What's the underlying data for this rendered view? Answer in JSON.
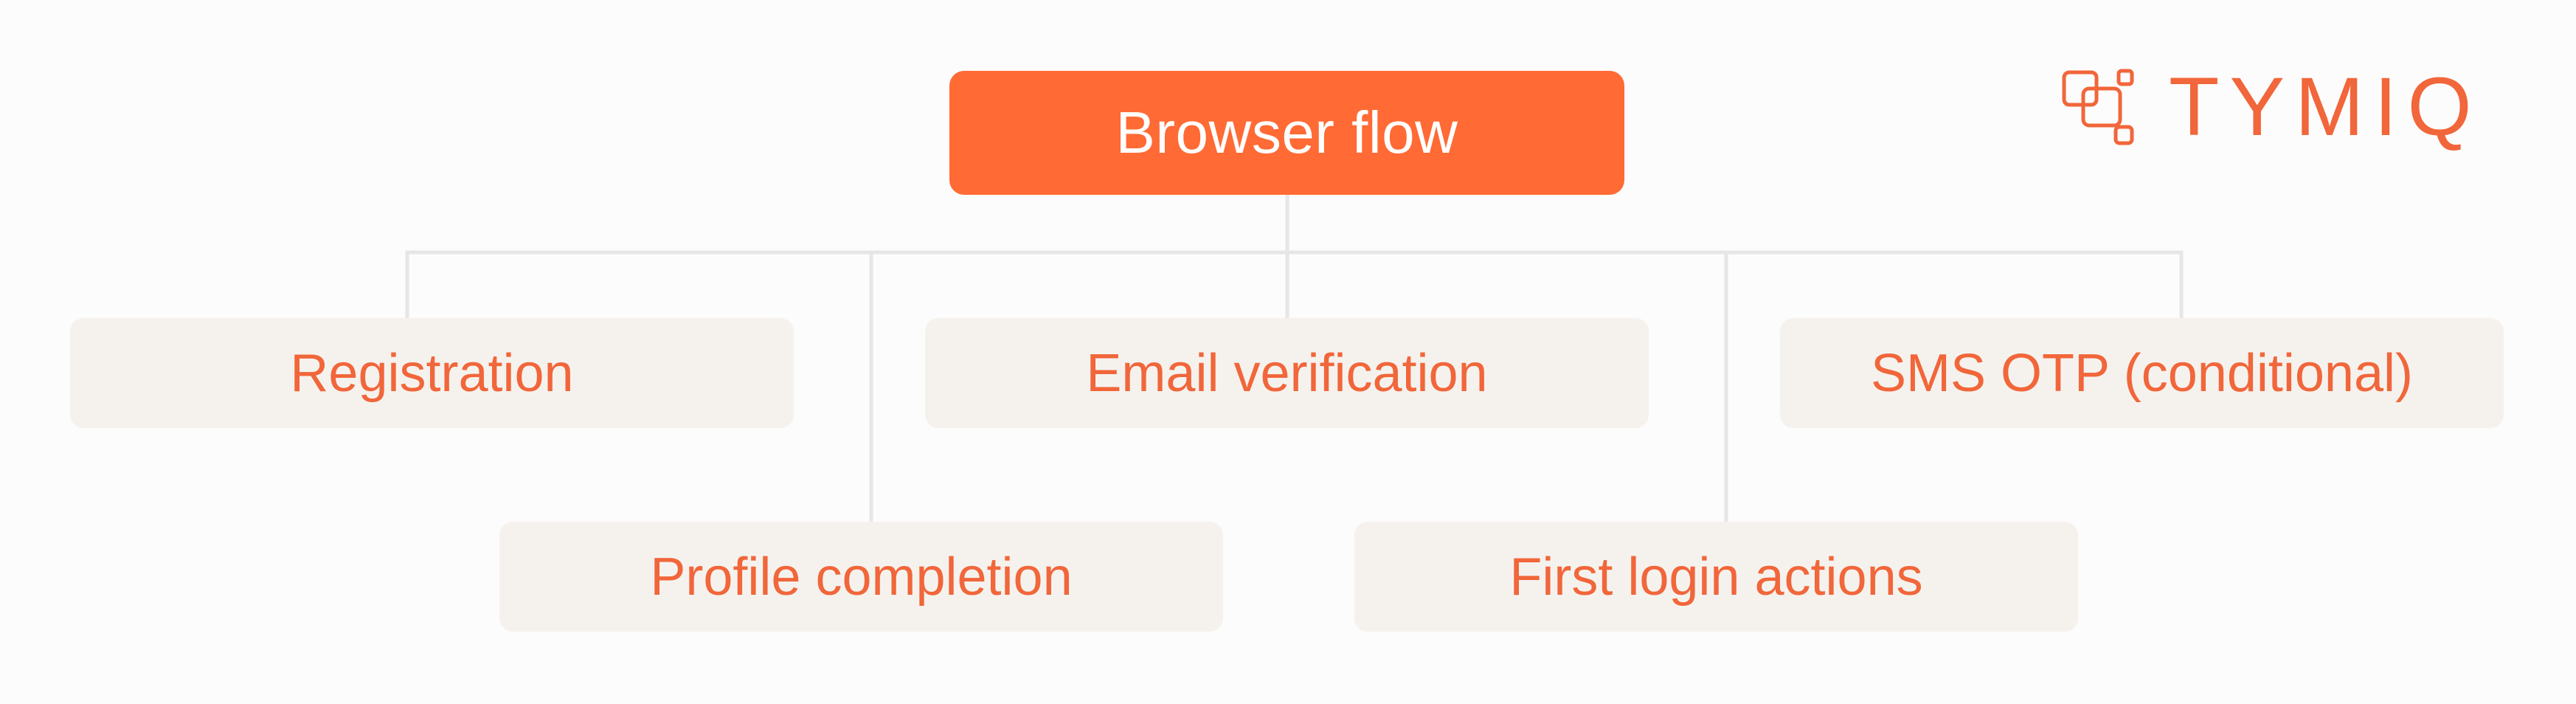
{
  "brand": {
    "name": "TYMIQ",
    "logo_icon": "tymiq-squares-logo-icon",
    "color": "#f1663a"
  },
  "diagram": {
    "root": {
      "label": "Browser flow",
      "color": "#ff6a35"
    },
    "children": [
      {
        "label": "Registration"
      },
      {
        "label": "Email verification"
      },
      {
        "label": "SMS OTP (conditional)"
      },
      {
        "label": "Profile completion"
      },
      {
        "label": "First login actions"
      }
    ],
    "node_fill": "#f5f2ee",
    "node_text_color": "#f1663a",
    "connector_color": "#e6e6e6"
  }
}
